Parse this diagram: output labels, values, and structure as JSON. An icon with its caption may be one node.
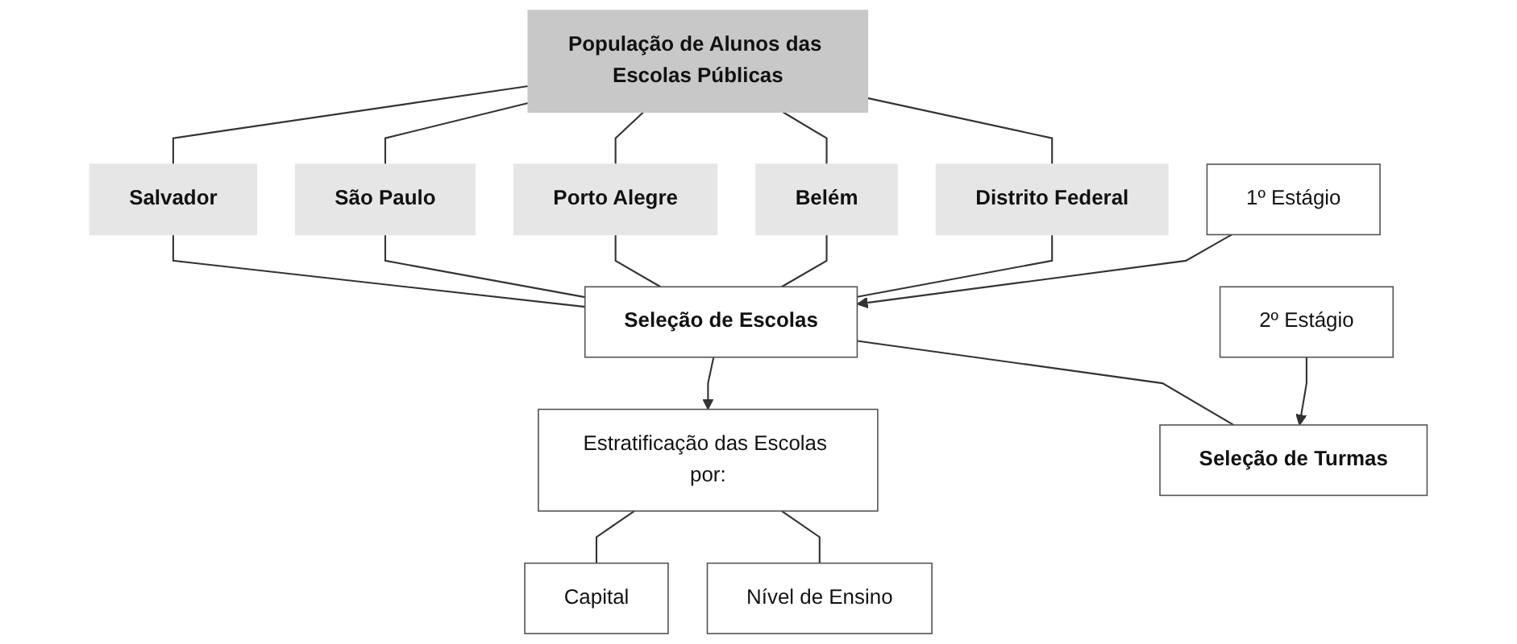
{
  "diagram": {
    "nodes": [
      {
        "text": [
          "População de Alunos das Escolas Públicas"
        ]
      },
      {
        "text": [
          "Salvador"
        ]
      },
      {
        "text": [
          "São Paulo"
        ]
      },
      {
        "text": [
          "Porto Alegre"
        ]
      },
      {
        "text": [
          "Belém"
        ]
      },
      {
        "text": [
          "Distrito Federal"
        ]
      },
      {
        "text": [
          "1º Estágio"
        ]
      },
      {
        "text": [
          "Seleção de Escolas"
        ]
      },
      {
        "text": [
          "Estratificação das Escolas por:"
        ]
      },
      {
        "text": [
          "Capital"
        ]
      },
      {
        "text": [
          "2º Estágio"
        ]
      },
      {
        "text": [
          "Seleção de Turmas"
        ]
      },
      {
        "text": [
          "Nível de Ensino"
        ]
      }
    ],
    "edges": [
      {
        "from": 0,
        "to": 1,
        "arrow": "none"
      },
      {
        "from": 0,
        "to": 2,
        "arrow": "none"
      },
      {
        "from": 0,
        "to": 3,
        "arrow": "none"
      },
      {
        "from": 0,
        "to": 4,
        "arrow": "none"
      },
      {
        "from": 0,
        "to": 5,
        "arrow": "none"
      },
      {
        "from": 1,
        "to": 7,
        "arrow": "none"
      },
      {
        "from": 2,
        "to": 7,
        "arrow": "none"
      },
      {
        "from": 3,
        "to": 7,
        "arrow": "none"
      },
      {
        "from": 4,
        "to": 7,
        "arrow": "none"
      },
      {
        "from": 5,
        "to": 7,
        "arrow": "none"
      },
      {
        "from": 6,
        "to": 7,
        "arrow": "to"
      },
      {
        "from": 7,
        "to": 8,
        "arrow": "to"
      },
      {
        "from": 8,
        "to": 9,
        "arrow": "none"
      },
      {
        "from": 8,
        "to": 12,
        "arrow": "none"
      },
      {
        "from": 7,
        "to": 11,
        "arrow": "none"
      },
      {
        "from": 10,
        "to": 11,
        "arrow": "to"
      }
    ]
  }
}
